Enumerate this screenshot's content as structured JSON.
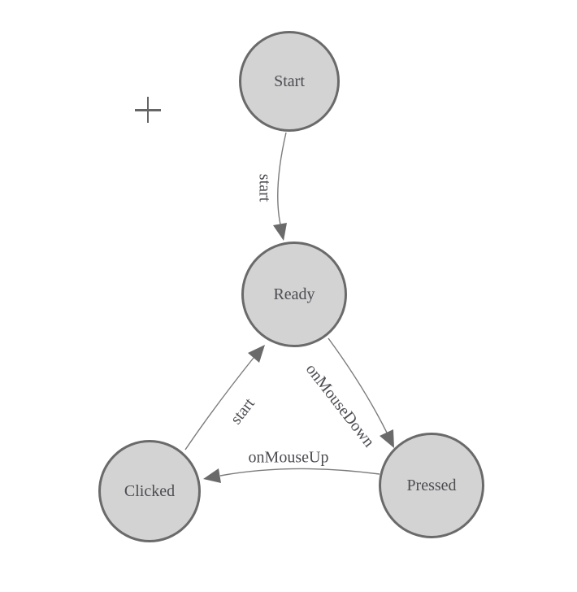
{
  "colors": {
    "background": "#ffffff",
    "node_fill": "#d3d3d3",
    "node_border": "#6a6a6a",
    "edge_line": "#7b7b7b",
    "arrow_fill": "#6a6a6a",
    "text": "#4c4c52",
    "plus": "#666666"
  },
  "icons": {
    "plus_icon": "plus-crosshair"
  },
  "diagram": {
    "nodes": [
      {
        "id": "start",
        "label": "Start"
      },
      {
        "id": "ready",
        "label": "Ready"
      },
      {
        "id": "clicked",
        "label": "Clicked"
      },
      {
        "id": "pressed",
        "label": "Pressed"
      }
    ],
    "edges": [
      {
        "id": "start-to-ready",
        "label": "start",
        "from": "Start",
        "to": "Ready"
      },
      {
        "id": "clicked-to-ready",
        "label": "start",
        "from": "Clicked",
        "to": "Ready"
      },
      {
        "id": "ready-to-pressed",
        "label": "onMouseDown",
        "from": "Ready",
        "to": "Pressed"
      },
      {
        "id": "pressed-to-clicked",
        "label": "onMouseUp",
        "from": "Pressed",
        "to": "Clicked"
      }
    ]
  }
}
